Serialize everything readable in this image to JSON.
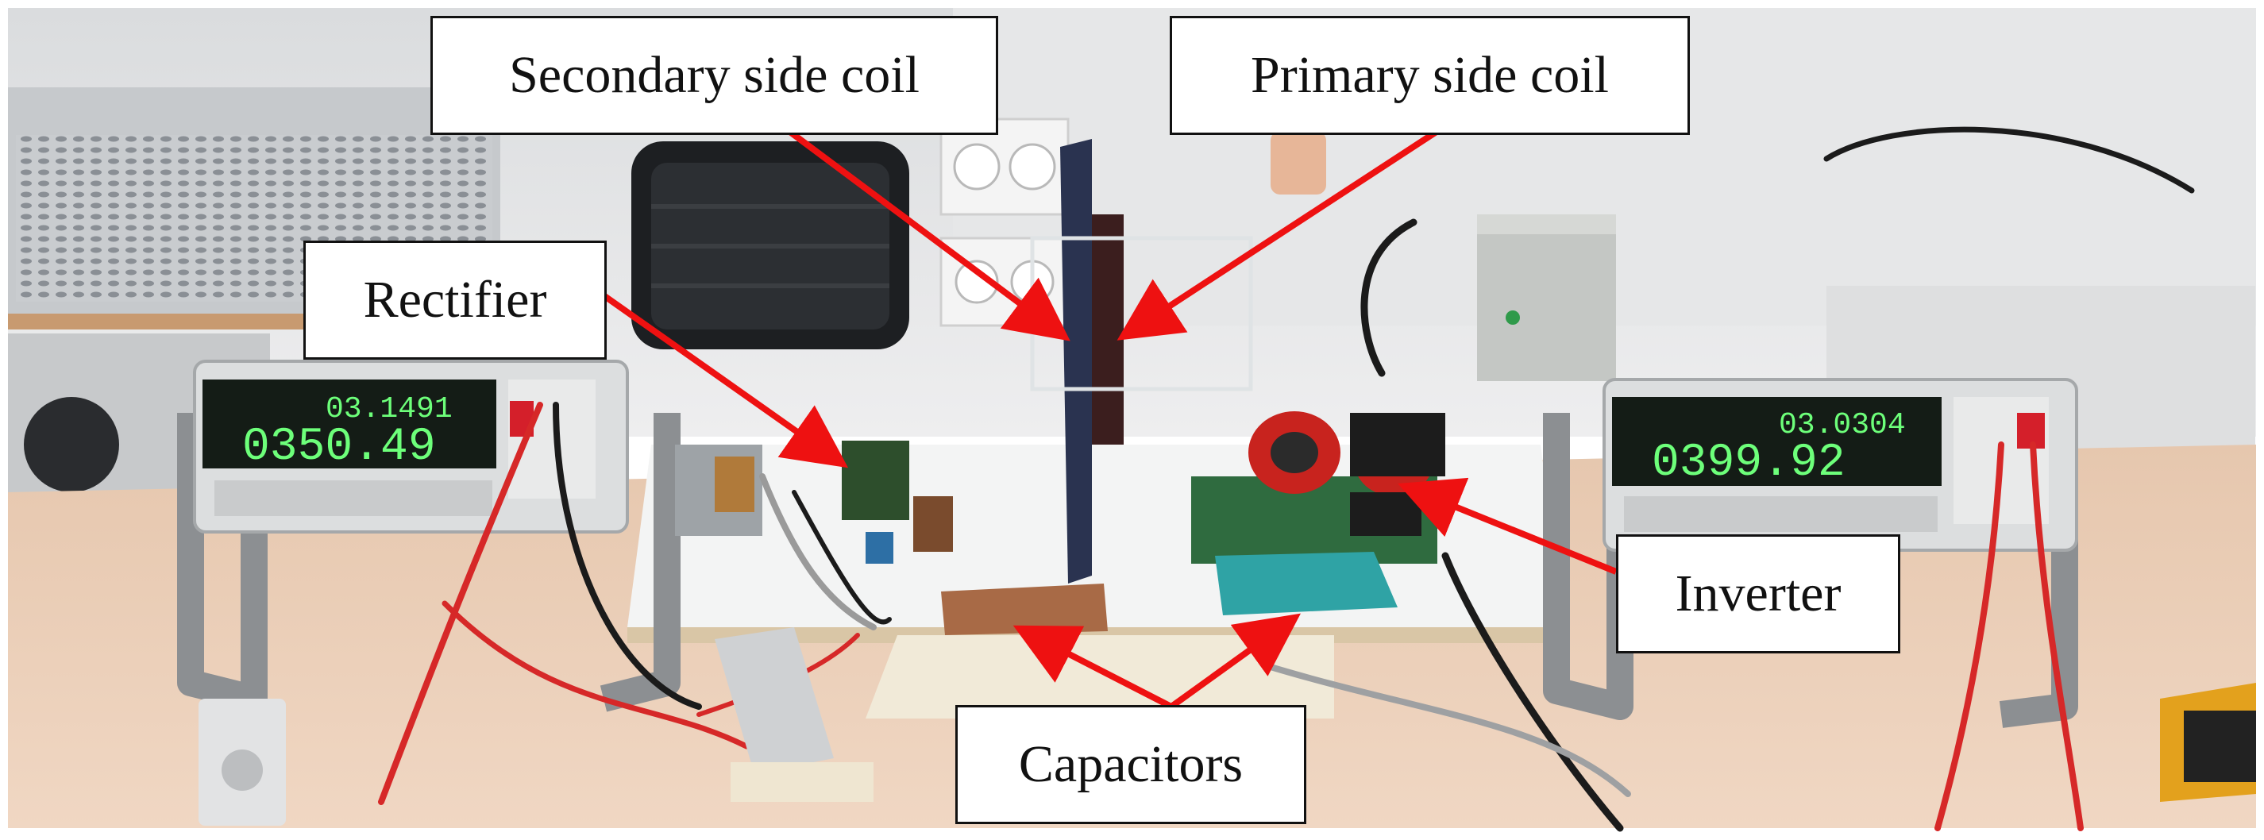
{
  "labels": {
    "secondary_coil": "Secondary side coil",
    "primary_coil": "Primary side coil",
    "rectifier": "Rectifier",
    "inverter": "Inverter",
    "capacitors": "Capacitors"
  },
  "meters": {
    "left": {
      "primary_reading": "0350.49",
      "secondary_reading": "03.1491"
    },
    "right": {
      "primary_reading": "0399.92",
      "secondary_reading": "03.0304"
    }
  },
  "colors": {
    "arrow": "#ee1111",
    "lcd_text": "#6dff7a",
    "bench": "#e7ccb4",
    "wall": "#e9e9ea"
  }
}
